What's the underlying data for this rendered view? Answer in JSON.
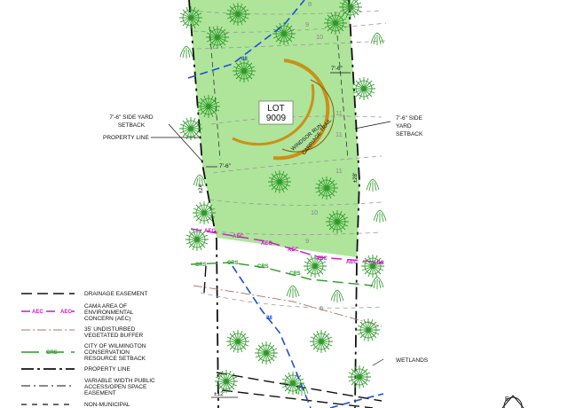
{
  "lot": {
    "label": "LOT",
    "number": "9009"
  },
  "colors": {
    "lot_fill": "#aee59a",
    "tree": "#2f9a2a",
    "aec": "#cc19c5",
    "crs": "#2c9a2a",
    "blue": "#1f4fd1",
    "drive": "#c9911a",
    "buffer_line": "#b07070"
  },
  "site_labels": {
    "left_setback": [
      "7'-6\" SIDE YARD",
      "SETBACK"
    ],
    "property_line": "PROPERTY LINE",
    "right_setback": [
      "7'-6\" SIDE",
      "YARD",
      "SETBACK"
    ],
    "wetlands": "WETLANDS",
    "dim_top": "7'-6\"",
    "dim_left": "7'-6\"",
    "dim_vert_left": "±24'",
    "dim_vert_right": "±28'",
    "dim_bottom": "±12'",
    "drive_text_1": "WINDSOR RUN",
    "drive_text_2": "CARRIAGE TRAIL"
  },
  "contours": [
    "8",
    "9",
    "10",
    "11",
    "11",
    "11",
    "10",
    "9",
    "6"
  ],
  "line_tags": {
    "aec": "AEC",
    "crs": "CRS",
    "blue": "88"
  },
  "legend": [
    {
      "key": "drainage",
      "text": [
        "DRAINAGE EASEMENT"
      ]
    },
    {
      "key": "aec",
      "tag": "AEC",
      "text": [
        "CAMA AREA OF",
        "ENVIRONMENTAL",
        "CONCERN (AEC)"
      ]
    },
    {
      "key": "buffer",
      "text": [
        "35' UNDISTURBED",
        "VEGETATED BUFFER"
      ]
    },
    {
      "key": "crs",
      "tag": "CRS",
      "text": [
        "CITY OF WILMINGTON",
        "CONSERVATION",
        "RESOURCE SETBACK"
      ]
    },
    {
      "key": "property",
      "text": [
        "PROPERTY LINE"
      ]
    },
    {
      "key": "access",
      "text": [
        "VARIABLE WIDTH PUBLIC",
        "ACCESS/OPEN SPACE",
        "EASEMENT"
      ]
    },
    {
      "key": "nonmunicipal",
      "text": [
        "NON-MUNICIPAL"
      ]
    }
  ],
  "north_arrow": {
    "letter": "E"
  }
}
